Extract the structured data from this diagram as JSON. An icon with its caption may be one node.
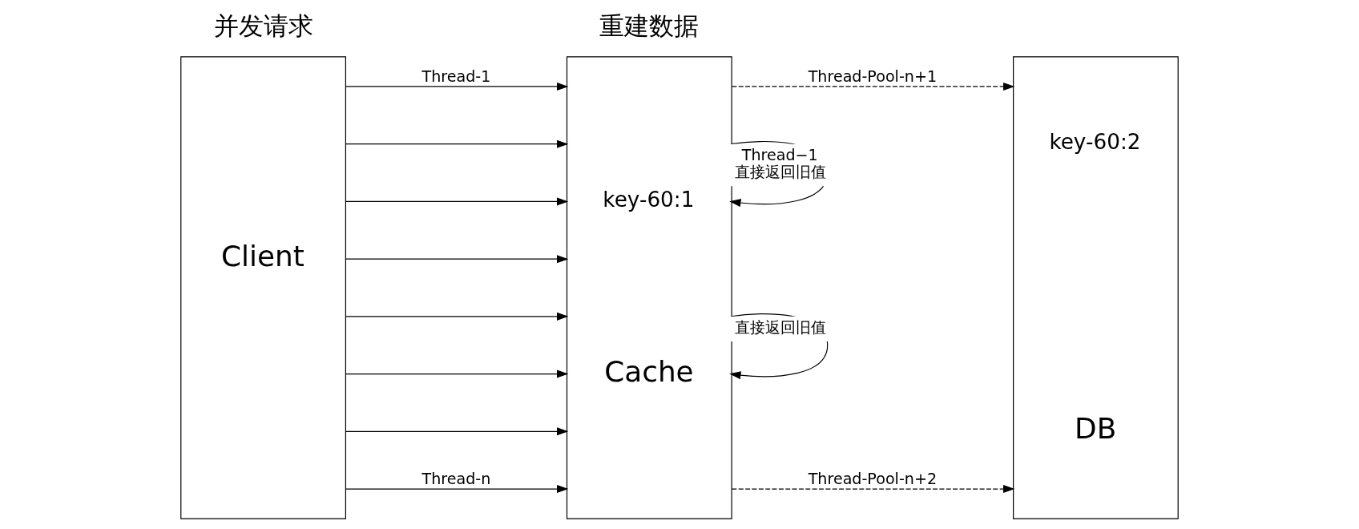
{
  "diagram": {
    "nodes": [
      {
        "text": [
          "Client"
        ]
      },
      {
        "text": [
          "key-60:1",
          "Cache"
        ]
      },
      {
        "text": [
          "key-60:2",
          "DB"
        ]
      }
    ],
    "edges": [
      {
        "from": 0,
        "to": 1,
        "arrow": "to",
        "label": "Thread-1"
      },
      {
        "from": 0,
        "to": 1,
        "arrow": "to"
      },
      {
        "from": 0,
        "to": 1,
        "arrow": "to"
      },
      {
        "from": 0,
        "to": 1,
        "arrow": "to"
      },
      {
        "from": 0,
        "to": 1,
        "arrow": "to"
      },
      {
        "from": 0,
        "to": 1,
        "arrow": "to"
      },
      {
        "from": 0,
        "to": 1,
        "arrow": "to"
      },
      {
        "from": 0,
        "to": 1,
        "arrow": "to",
        "label": "Thread-n"
      },
      {
        "from": 1,
        "to": 2,
        "arrow": "to",
        "label": "Thread-Pool-n+1",
        "style": "dashed"
      },
      {
        "from": 1,
        "to": 1,
        "arrow": "to",
        "label": "Thread−1 直接返回旧值"
      },
      {
        "from": 1,
        "to": 1,
        "arrow": "to",
        "label": "直接返回旧值"
      },
      {
        "from": 1,
        "to": 2,
        "arrow": "to",
        "label": "Thread-Pool-n+2",
        "style": "dashed"
      }
    ],
    "labels": [
      "并发请求",
      "重建数据"
    ]
  }
}
